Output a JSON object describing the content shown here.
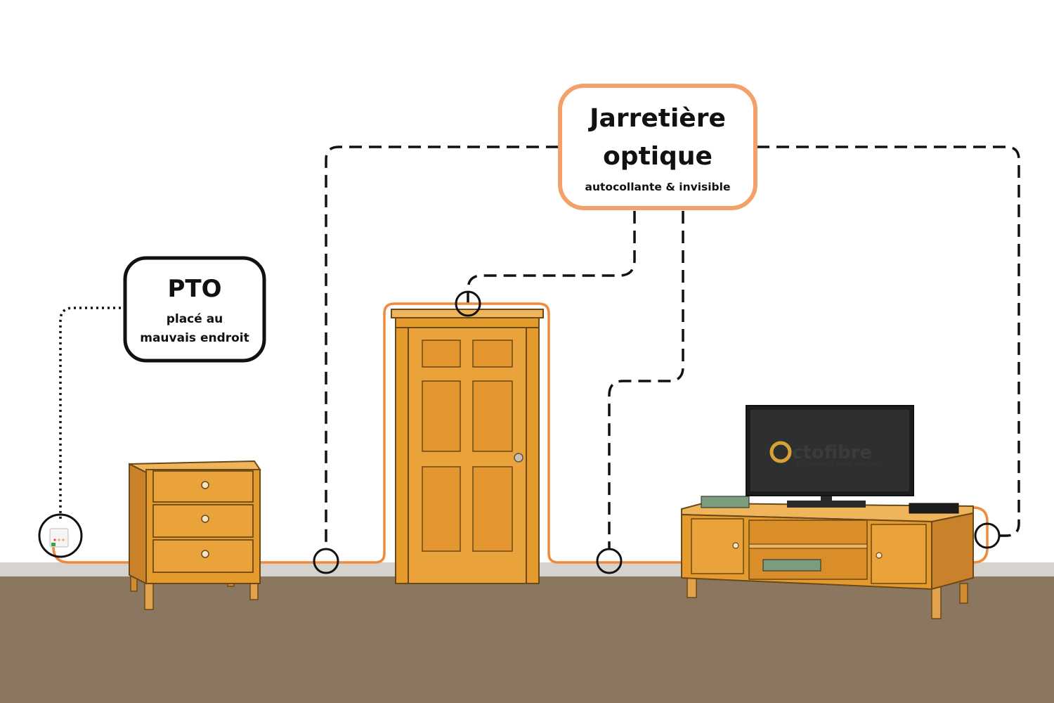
{
  "callouts": {
    "pto": {
      "title": "PTO",
      "line1": "placé au",
      "line2": "mauvais endroit"
    },
    "jarretiere": {
      "title_line1": "Jarretière",
      "title_line2": "optique",
      "subtitle": "autocollante & invisible"
    }
  },
  "tv_screen": {
    "brand_letter": "O",
    "brand_rest": "ctofibre",
    "tagline": "EQUIPEMENTS FIBRE OPTIQUE"
  },
  "colors": {
    "fiber": "#f08a3c",
    "callout_orange": "#f4a06a",
    "wood": "#e59a2c",
    "floor": "#8b7760",
    "baseboard": "#d6d3cf",
    "tv_screen": "#2a2a2c"
  }
}
